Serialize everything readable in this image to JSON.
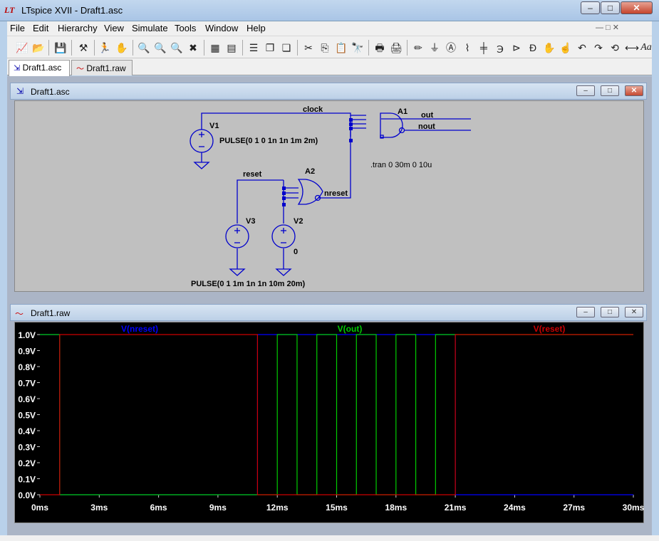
{
  "window": {
    "title": "LTspice XVII - Draft1.asc",
    "app_logo": "LT",
    "min": "–",
    "max": "□",
    "close": "✕"
  },
  "menu": [
    "File",
    "Edit",
    "Hierarchy",
    "View",
    "Simulate",
    "Tools",
    "Window",
    "Help"
  ],
  "toolbar": [
    "new-schematic-icon",
    "open-icon",
    "save-icon",
    "control-panel-icon",
    "run-icon",
    "halt-icon",
    "zoom-in-icon",
    "zoom-out-icon",
    "zoom-fit-icon",
    "zoom-cancel-icon",
    "autorange-icon",
    "mark-icon",
    "tile-horizontal-icon",
    "cascade-icon",
    "close-windows-icon",
    "cut-icon",
    "copy-icon",
    "paste-icon",
    "find-icon",
    "print-setup-icon",
    "print-icon",
    "draw-wire-icon",
    "ground-icon",
    "label-net-icon",
    "resistor-icon",
    "capacitor-icon",
    "inductor-icon",
    "diode-icon",
    "component-icon",
    "move-icon",
    "drag-icon",
    "undo-icon",
    "redo-icon",
    "rotate-icon",
    "mirror-icon",
    "text-icon"
  ],
  "tabs": [
    {
      "label": "Draft1.asc",
      "icon": "schematic-icon"
    },
    {
      "label": "Draft1.raw",
      "icon": "waveform-icon"
    }
  ],
  "schematic_window": {
    "title": "Draft1.asc",
    "labels": {
      "clock": "clock",
      "out": "out",
      "nout": "nout",
      "a1": "A1",
      "a2": "A2",
      "v1": "V1",
      "v1_value": "PULSE(0 1 0 1n 1n 1m 2m)",
      "reset": "reset",
      "nreset": "nreset",
      "tran": ".tran 0 30m 0 10u",
      "v3": "V3",
      "v2": "V2",
      "v2_value": "0",
      "v3_value": "PULSE(0 1 1m 1n 1n 10m 20m)"
    }
  },
  "waveform_window": {
    "title": "Draft1.raw"
  },
  "chart_data": {
    "type": "line",
    "x_unit": "ms",
    "xlim": [
      0,
      30
    ],
    "ylim": [
      0,
      1.0
    ],
    "x_ticks": [
      "0ms",
      "3ms",
      "6ms",
      "9ms",
      "12ms",
      "15ms",
      "18ms",
      "21ms",
      "24ms",
      "27ms",
      "30ms"
    ],
    "y_ticks": [
      "1.0V",
      "0.9V",
      "0.8V",
      "0.7V",
      "0.6V",
      "0.5V",
      "0.4V",
      "0.3V",
      "0.2V",
      "0.1V",
      "0.0V"
    ],
    "series": [
      {
        "name": "V(nreset)",
        "color": "#0000ff",
        "x": [
          0,
          1,
          1,
          11,
          11,
          21,
          21,
          30
        ],
        "y": [
          1,
          1,
          0,
          0,
          1,
          1,
          0,
          0
        ]
      },
      {
        "name": "V(out)",
        "color": "#00cc00",
        "x": [
          0,
          1,
          1,
          12,
          12,
          13,
          13,
          14,
          14,
          15,
          15,
          16,
          16,
          17,
          17,
          18,
          18,
          19,
          19,
          20,
          20,
          30
        ],
        "y": [
          1,
          1,
          0,
          0,
          1,
          1,
          0,
          0,
          1,
          1,
          0,
          0,
          1,
          1,
          0,
          0,
          1,
          1,
          0,
          0,
          1,
          1
        ]
      },
      {
        "name": "V(reset)",
        "color": "#cc0000",
        "x": [
          0,
          1,
          1,
          11,
          11,
          21,
          21,
          30
        ],
        "y": [
          0,
          0,
          1,
          1,
          0,
          0,
          1,
          1
        ]
      }
    ]
  }
}
